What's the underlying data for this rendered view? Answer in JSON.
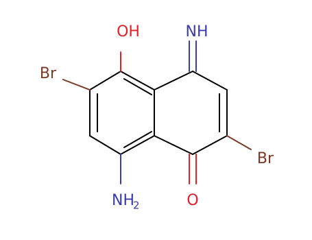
{
  "molecule": {
    "atom_labels": {
      "oh": {
        "text": "OH",
        "color": "#e0202a"
      },
      "imine": {
        "text": "NH",
        "color": "#3c3ca8"
      },
      "br_left": {
        "text": "Br",
        "color": "#7a3a28"
      },
      "br_right": {
        "text": "Br",
        "color": "#7a3a28"
      },
      "nh2": {
        "text": "NH",
        "subscript": "2",
        "color": "#3c3ca8"
      },
      "carbonyl_o": {
        "text": "O",
        "color": "#e0202a"
      }
    },
    "bond_color": "#000000"
  }
}
